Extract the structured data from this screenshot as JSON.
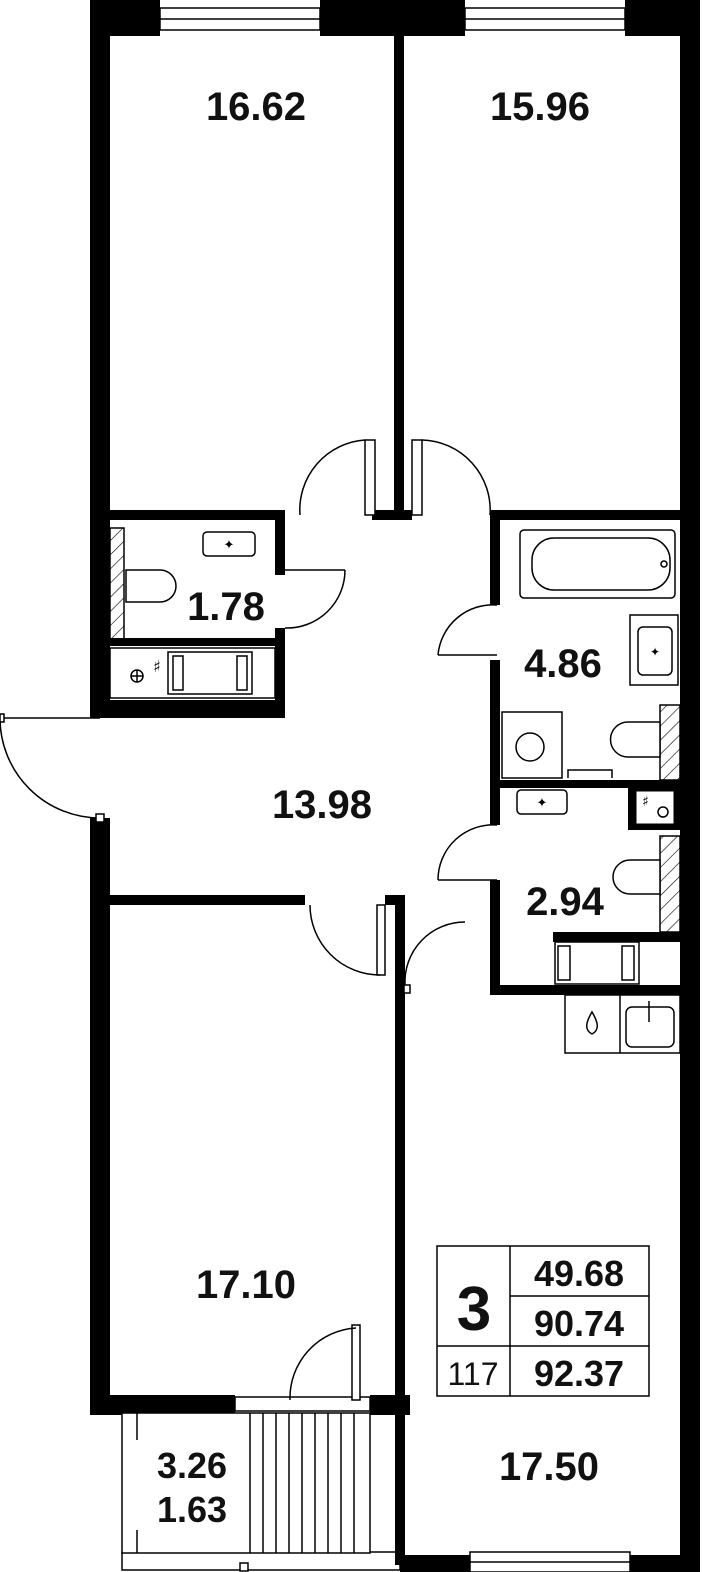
{
  "rooms": {
    "bedroom_top_left": "16.62",
    "bedroom_top_right": "15.96",
    "wc_small": "1.78",
    "bathroom": "4.86",
    "hallway": "13.98",
    "wc_second": "2.94",
    "bedroom_bottom_left": "17.10",
    "kitchen_living": "17.50"
  },
  "balcony": {
    "area_full": "3.26",
    "area_reduced": "1.63"
  },
  "summary": {
    "rooms_count": "3",
    "living_area": "49.68",
    "total_area": "90.74",
    "total_with_balcony": "92.37",
    "flat_number": "117"
  },
  "colors": {
    "wall": "#000000",
    "background": "#ffffff",
    "text": "#111111"
  }
}
